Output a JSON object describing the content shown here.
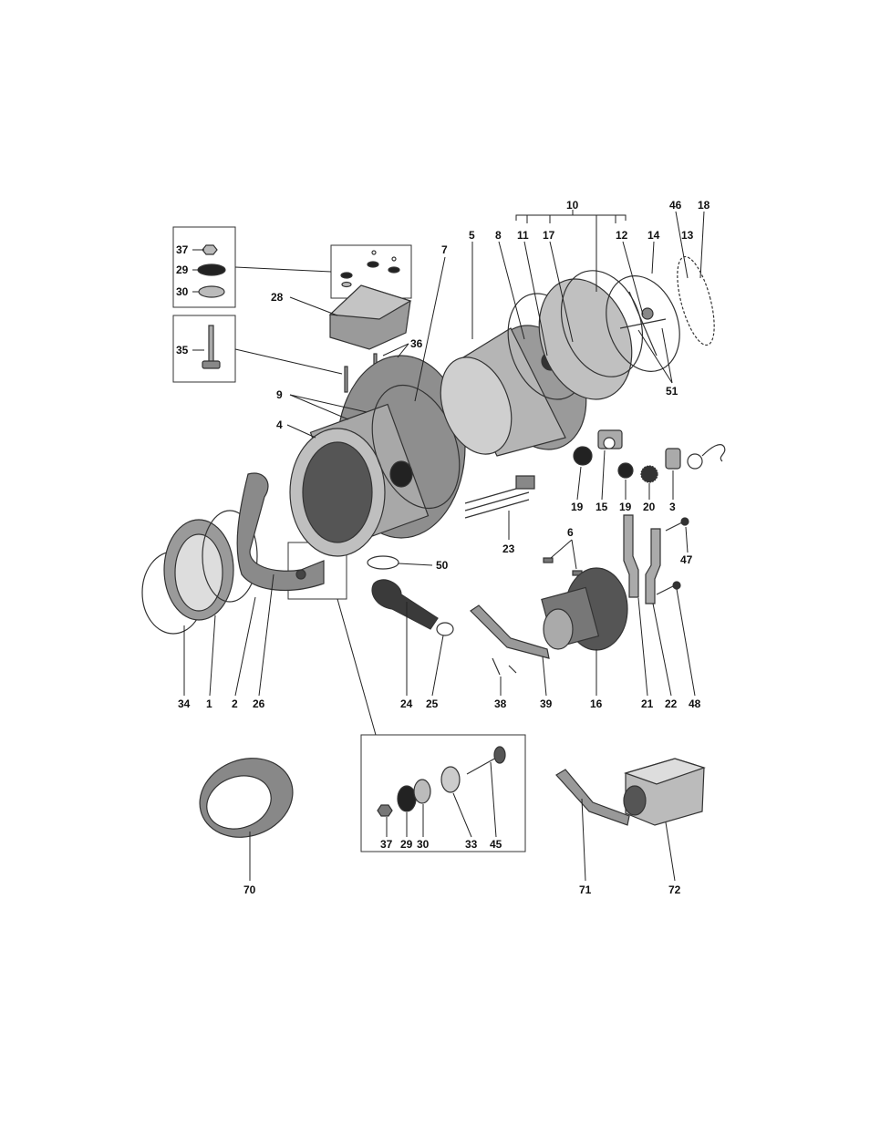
{
  "labels": {
    "top_row": [
      "10",
      "46",
      "18",
      "5",
      "8",
      "11",
      "17",
      "12",
      "14",
      "13",
      "7"
    ],
    "left_box_top": [
      "37",
      "29",
      "30"
    ],
    "left_box_bottom": [
      "35"
    ],
    "middle": [
      "28",
      "36",
      "9",
      "4",
      "51",
      "19",
      "15",
      "19b",
      "20",
      "3",
      "23",
      "6",
      "47",
      "50"
    ],
    "bottom_row": [
      "34",
      "1",
      "2",
      "26",
      "24",
      "25",
      "38",
      "39",
      "16",
      "21",
      "22",
      "48"
    ],
    "detail_box": [
      "37",
      "29",
      "30",
      "33",
      "45"
    ],
    "extras": [
      "70",
      "71",
      "72"
    ]
  },
  "text": {
    "l10": "10",
    "l46": "46",
    "l18": "18",
    "l5": "5",
    "l8": "8",
    "l11": "11",
    "l17": "17",
    "l12": "12",
    "l14": "14",
    "l13": "13",
    "l7": "7",
    "l37a": "37",
    "l29a": "29",
    "l30a": "30",
    "l28": "28",
    "l36": "36",
    "l35": "35",
    "l9": "9",
    "l4": "4",
    "l51": "51",
    "l19a": "19",
    "l15": "15",
    "l19b": "19",
    "l20": "20",
    "l3": "3",
    "l23": "23",
    "l6": "6",
    "l47": "47",
    "l50": "50",
    "l48": "48",
    "l34": "34",
    "l1": "1",
    "l2": "2",
    "l26": "26",
    "l24": "24",
    "l25": "25",
    "l38": "38",
    "l39": "39",
    "l16": "16",
    "l21": "21",
    "l22": "22",
    "l37b": "37",
    "l29b": "29",
    "l30b": "30",
    "l33": "33",
    "l45": "45",
    "l70": "70",
    "l71": "71",
    "l72": "72"
  },
  "colors": {
    "ink": "#222222",
    "part_fill": "#9a9a9a",
    "part_dark": "#4a4a4a",
    "part_light": "#c8c8c8"
  }
}
